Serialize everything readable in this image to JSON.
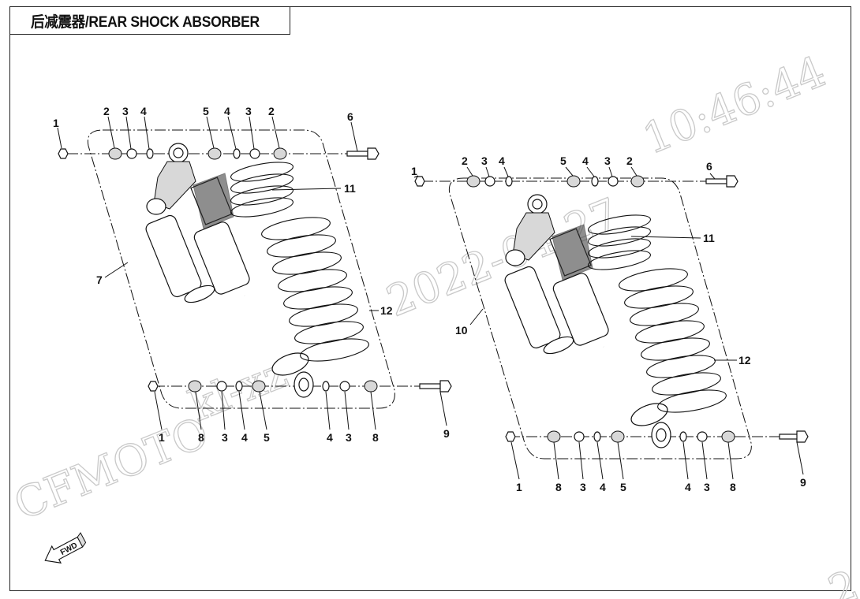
{
  "title": "后减震器/REAR SHOCK ABSORBER",
  "watermark": {
    "timestamp_text": "10:46:44",
    "date_text": "2022-04-27",
    "code_text": "kl-xz",
    "brand_text": "CFMOTO",
    "corner_text": "2"
  },
  "fwd_label": "FWD",
  "left_assembly": {
    "top_row": [
      "1",
      "2",
      "3",
      "4",
      "5",
      "4",
      "3",
      "2",
      "6"
    ],
    "bottom_row": [
      "1",
      "8",
      "3",
      "4",
      "5",
      "4",
      "3",
      "8",
      "9"
    ],
    "assembly_callout": "7",
    "spring_upper": "11",
    "spring_lower": "12"
  },
  "right_assembly": {
    "top_row": [
      "1",
      "2",
      "3",
      "4",
      "5",
      "4",
      "3",
      "2",
      "6"
    ],
    "bottom_row": [
      "1",
      "8",
      "3",
      "4",
      "5",
      "4",
      "3",
      "8",
      "9"
    ],
    "assembly_callout": "10",
    "spring_upper": "11",
    "spring_lower": "12"
  }
}
